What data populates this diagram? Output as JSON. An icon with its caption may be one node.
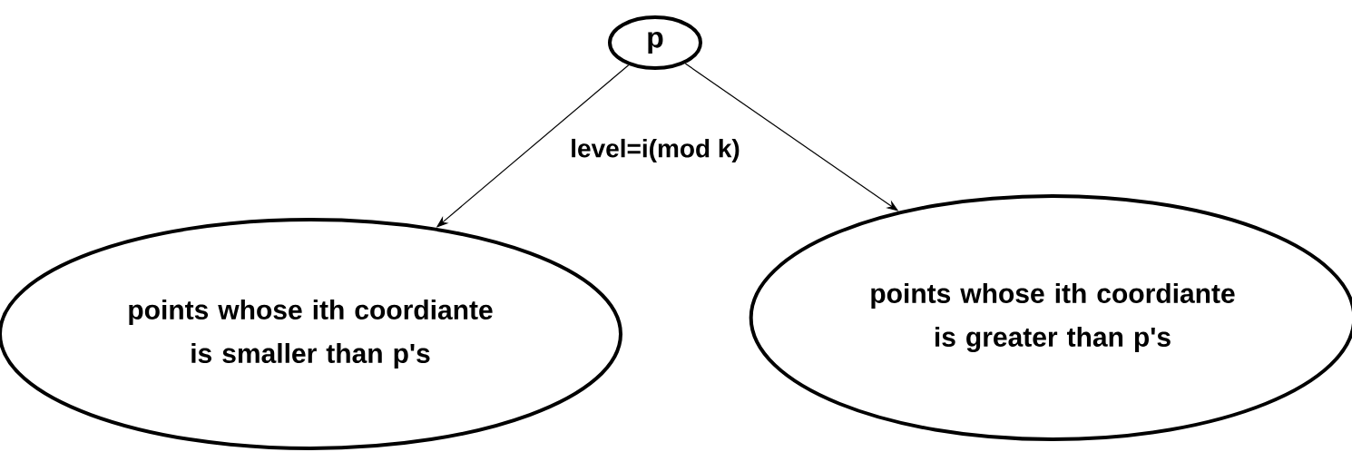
{
  "diagram": {
    "nodes": [
      {
        "text": [
          "p"
        ]
      },
      {
        "text": [
          "points whose ith coordiante is smaller than p's"
        ]
      },
      {
        "text": [
          "points whose ith coordiante is greater than p's"
        ]
      }
    ],
    "edges": [
      {
        "from": 0,
        "to": 1,
        "arrow": "to"
      },
      {
        "from": 0,
        "to": 2,
        "arrow": "to"
      }
    ],
    "labels": [
      "level=i(mod k)"
    ]
  }
}
